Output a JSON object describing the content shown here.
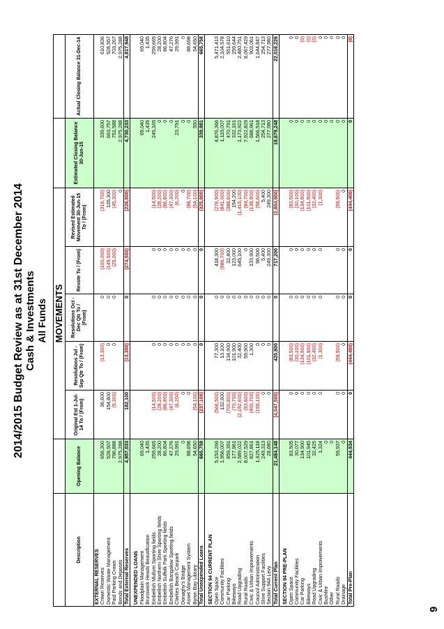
{
  "title": "2014/2015 Budget Review as at 31st December 2014",
  "subtitle": "Cash & Investments",
  "subtitle2": "All Funds",
  "page_number": "9",
  "colors": {
    "green_bg": "#ccffcc",
    "negative": "#e00000"
  },
  "table": {
    "group_header": "MOVEMENTS",
    "headers": [
      "Description",
      "Opening Balance",
      "Original Est 1-Jul-14 To / (From)",
      "Resolutions Jul - Sep Qtr To / (From)",
      "Resolutions Oct - Dec Qtr To / (From)",
      "Revote To / (From)",
      "Revised Estimated Movement 30-Jun-15 To / (From)",
      "Estimated Closing Balance 30-Jun-15",
      "Actual Closing Balance 31-Dec-14"
    ],
    "sections": [
      {
        "title": "EXTERNAL RESERVES",
        "rows": [
          {
            "desc": "Crown Reserves",
            "c": [
              "656,300",
              "36,600",
              "(13,300)",
              "0",
              "(100,000)",
              "(316,700)",
              "339,600",
              "610,836"
            ]
          },
          {
            "desc": "Domestic Waste Management",
            "c": [
              "528,507",
              "154,800",
              "0",
              "0",
              "(149,500)",
              "135,300",
              "663,757",
              "528,557"
            ]
          },
          {
            "desc": "Paid Parking Crown",
            "c": [
              "796,888",
              "(9,300)",
              "0",
              "0",
              "(25,000)",
              "(45,300)",
              "751,588",
              "703,267"
            ]
          },
          {
            "desc": "Bonds and Deposits",
            "c": [
              "2,975,288",
              "",
              "",
              "",
              "",
              "0",
              "2,975,288",
              "2,975,288"
            ]
          }
        ],
        "total": {
          "desc": "Total External Reserves",
          "c": [
            "4,957,033",
            "182,100",
            "(13,300)",
            "0",
            "(274,500)",
            "(226,800)",
            "4,730,233",
            "4,817,948"
          ]
        }
      },
      {
        "title": "UNEXPENDED LOANS",
        "rows": [
          {
            "desc": "Floodplain Management",
            "c": [
              "69,040",
              "",
              "",
              "",
              "",
              "",
              "69,040",
              "69,040"
            ]
          },
          {
            "desc": "Brunswick Heads Beautification",
            "c": [
              "1,435",
              "",
              "",
              "",
              "",
              "",
              "1,435",
              "1,435"
            ]
          },
          {
            "desc": "Embellish Mullum Sporting fields",
            "c": [
              "259,665",
              "(14,500)",
              "0",
              "0",
              "0",
              "(14,500)",
              "245,165",
              "259,665"
            ]
          },
          {
            "desc": "Embellish Northern Shire Sporting fields",
            "c": [
              "28,200",
              "(28,200)",
              "0",
              "0",
              "0",
              "(28,200)",
              "0",
              "28,200"
            ]
          },
          {
            "desc": "Embellish Suffolk Park Sporting fields",
            "c": [
              "86,804",
              "(86,800)",
              "0",
              "0",
              "0",
              "(86,800)",
              "0",
              "86,804"
            ]
          },
          {
            "desc": "Embellish Bangalow Sporting fields",
            "c": [
              "47,276",
              "(47,300)",
              "0",
              "0",
              "0",
              "(47,300)",
              "0",
              "47,276"
            ]
          },
          {
            "desc": "Clarkes Beach Carpark",
            "c": [
              "29,991",
              "(6,200)",
              "0",
              "0",
              "0",
              "(6,200)",
              "23,791",
              "29,991"
            ]
          },
          {
            "desc": "Donaghy's Bridge",
            "c": [
              "0",
              "0",
              "0",
              "0",
              "0",
              "0",
              "0",
              "0"
            ]
          },
          {
            "desc": "Asset Management System",
            "c": [
              "88,698",
              "0",
              "0",
              "0",
              "0",
              "(88,700)",
              "0",
              "88,698"
            ]
          },
          {
            "desc": "Byron Bay Library",
            "c": [
              "54,650",
              "(54,100)",
              "0",
              "0",
              "0",
              "(54,100)",
              "550",
              "54,650"
            ]
          }
        ],
        "total": {
          "desc": "Total Unexpended Loans",
          "c": [
            "665,758",
            "(237,100)",
            "0",
            "0",
            "0",
            "(325,800)",
            "339,981",
            "665,758"
          ]
        }
      },
      {
        "title": "SECTION 94 CURRENT PLAN",
        "rows": [
          {
            "desc": "Open Space",
            "c": [
              "5,153,266",
              "(566,500)",
              "77,300",
              "0",
              "418,300",
              "(276,900)",
              "4,876,366",
              "5,471,413"
            ]
          },
          {
            "desc": "Community Facilities",
            "c": [
              "1,956,007",
              "132,600",
              "13,100",
              "0",
              "(986,700)",
              "(841,000)",
              "1,115,007",
              "2,104,578"
            ]
          },
          {
            "desc": "Car Parking",
            "c": [
              "859,391",
              "(700,800)",
              "134,900",
              "0",
              "32,400",
              "(388,600)",
              "470,791",
              "551,610"
            ]
          },
          {
            "desc": "Bikeways",
            "c": [
              "177,961",
              "(70,700)",
              "101,900",
              "0",
              "123,000",
              "154,200",
              "332,161",
              "259,644"
            ]
          },
          {
            "desc": "Road Upgrading",
            "c": [
              "2,589,022",
              "(2,192,600)",
              "32,400",
              "0",
              "645,100",
              "(1,415,100)",
              "1,173,922",
              "2,480,751"
            ]
          },
          {
            "desc": "Rural Roads",
            "c": [
              "8,007,529",
              "(93,600)",
              "59,900",
              "0",
              "0",
              "(84,700)",
              "7,922,829",
              "8,067,429"
            ]
          },
          {
            "desc": "Civic & Urban Improvements",
            "c": [
              "827,861",
              "(400,700)",
              "1,300",
              "0",
              "133,900",
              "(138,900)",
              "688,961",
              "903,061"
            ]
          },
          {
            "desc": "Council Administration",
            "c": [
              "1,625,118",
              "(155,100)",
              "0",
              "0",
              "96,500",
              "(58,600)",
              "1,566,518",
              "1,644,847"
            ]
          },
          {
            "desc": "Shire Support Facilities",
            "c": [
              "249,313",
              "0",
              "0",
              "0",
              "5,400",
              "5,400",
              "254,713",
              "254,713"
            ]
          },
          {
            "desc": "Section 94A Levy",
            "c": [
              "28,680",
              "0",
              "0",
              "0",
              "249,300",
              "249,300",
              "277,980",
              "277,980"
            ]
          }
        ],
        "total": {
          "desc": "Total Current Plan",
          "c": [
            "21,484,148",
            "(4,047,500)",
            "420,800",
            "0",
            "717,200",
            "(2,804,900)",
            "18,679,248",
            "22,016,226"
          ]
        }
      },
      {
        "title": "SECTION 94 PRE-PLAN",
        "rows": [
          {
            "desc": "Open Space",
            "c": [
              "83,505",
              "0",
              "(83,500)",
              "0",
              "0",
              "(83,500)",
              "0",
              "0"
            ]
          },
          {
            "desc": "Community Facilities",
            "c": [
              "30,077",
              "0",
              "(30,100)",
              "0",
              "0",
              "(30,100)",
              "0",
              "0"
            ]
          },
          {
            "desc": "Car Parking",
            "c": [
              "134,900",
              "0",
              "(134,900)",
              "0",
              "0",
              "(134,900)",
              "0",
              "(0)"
            ]
          },
          {
            "desc": "Bikeways",
            "c": [
              "101,945",
              "0",
              "(101,900)",
              "0",
              "0",
              "(101,900)",
              "0",
              "(0)"
            ]
          },
          {
            "desc": "Road Upgrading",
            "c": [
              "32,425",
              "0",
              "(32,400)",
              "0",
              "0",
              "(32,400)",
              "0",
              "(0)"
            ]
          },
          {
            "desc": "Civic & Urban Improvements",
            "c": [
              "1,324",
              "0",
              "(1,300)",
              "0",
              "0",
              "(1,300)",
              "0",
              "0"
            ]
          },
          {
            "desc": "Bushfire",
            "c": [
              "0",
              "",
              "",
              "",
              "",
              "",
              "0",
              "0"
            ]
          },
          {
            "desc": "Other",
            "c": [
              "0",
              "",
              "",
              "",
              "",
              "",
              "0",
              "0"
            ]
          },
          {
            "desc": "Rural Roads",
            "c": [
              "59,937",
              "0",
              "(59,900)",
              "0",
              "0",
              "(59,900)",
              "0",
              "0"
            ]
          },
          {
            "desc": "Drainage",
            "c": [
              "0",
              "0",
              "0",
              "0",
              "0",
              "0",
              "0",
              "0"
            ]
          }
        ],
        "total": {
          "desc": "Total Pre-Plan",
          "c": [
            "444,534",
            "0",
            "(444,400)",
            "0",
            "0",
            "(444,400)",
            "0",
            "(0)"
          ]
        }
      }
    ]
  }
}
